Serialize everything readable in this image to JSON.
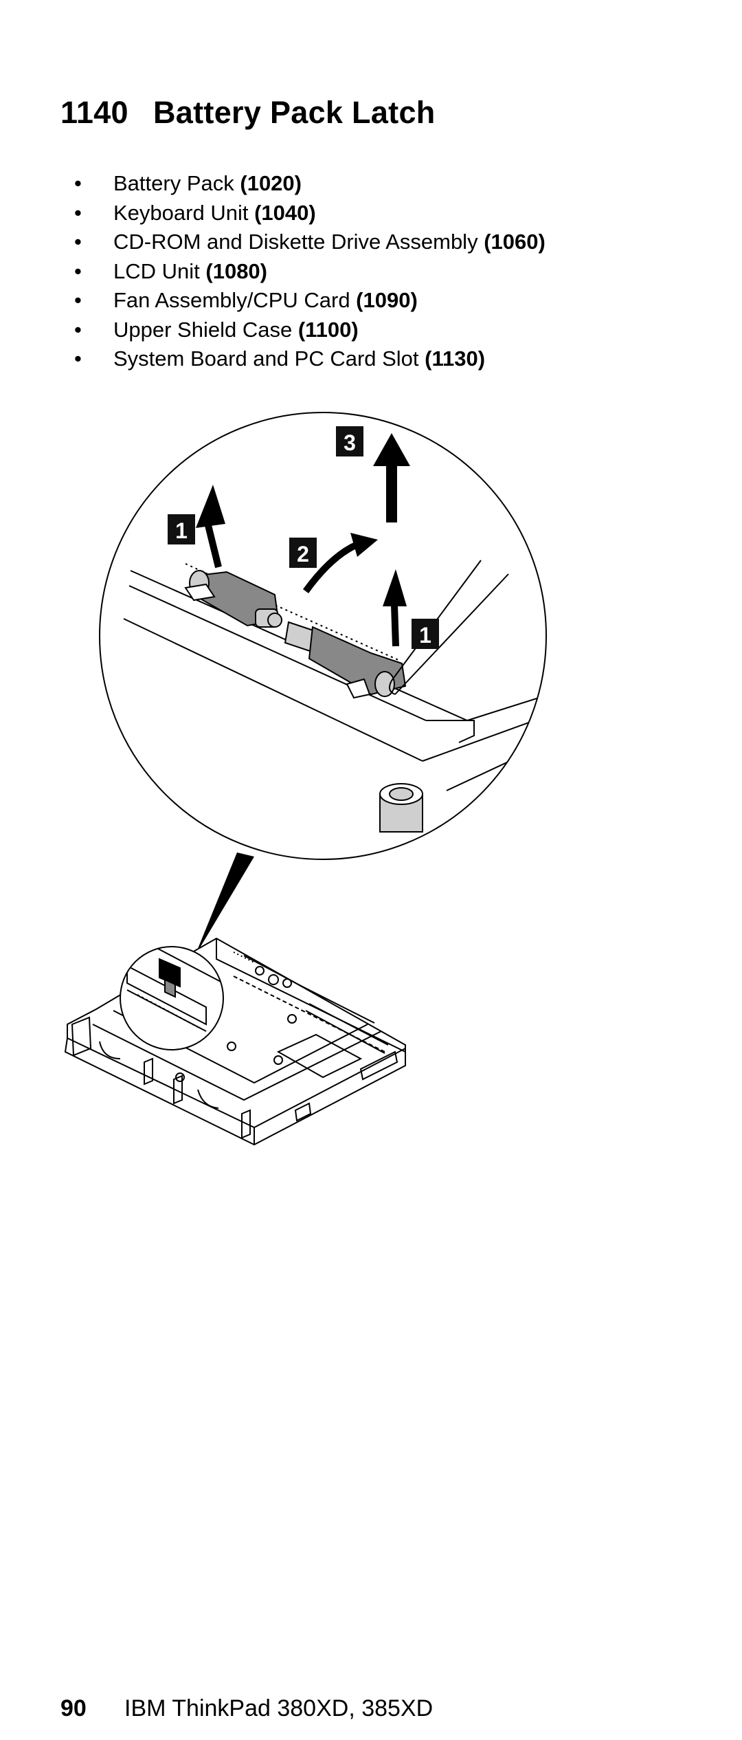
{
  "section": {
    "number": "1140",
    "title": "Battery Pack Latch"
  },
  "prerequisites": [
    {
      "label": "Battery Pack",
      "ref": "(1020)"
    },
    {
      "label": "Keyboard Unit",
      "ref": "(1040)"
    },
    {
      "label": "CD-ROM and Diskette Drive Assembly",
      "ref": "(1060)"
    },
    {
      "label": "LCD Unit",
      "ref": "(1080)"
    },
    {
      "label": "Fan Assembly/CPU Card ",
      "ref": "(1090)"
    },
    {
      "label": "Upper Shield Case",
      "ref": "(1100)"
    },
    {
      "label": "System Board and PC Card Slot",
      "ref": "(1130)"
    }
  ],
  "figure": {
    "callouts": [
      "1",
      "2",
      "3",
      "1"
    ]
  },
  "footer": {
    "page_number": "90",
    "product": "IBM ThinkPad 380XD, 385XD"
  }
}
